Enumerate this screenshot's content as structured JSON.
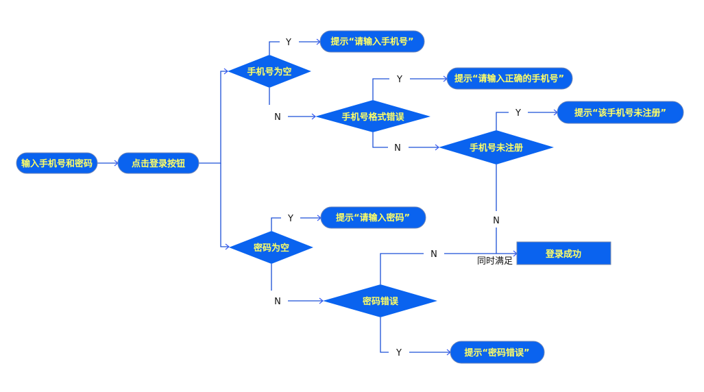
{
  "colors": {
    "node_fill": "#0a63ef",
    "node_text": "#ffff66",
    "edge": "#1a4fd6",
    "label_text": "#111111"
  },
  "nodes": {
    "start": "输入手机号和密码",
    "click_login": "点击登录按钮",
    "phone_empty": "手机号为空",
    "prompt_enter_phone": "提示“请输入手机号”",
    "phone_format_error": "手机号格式错误",
    "prompt_correct_phone": "提示“请输入正确的手机号”",
    "phone_unregistered": "手机号未注册",
    "prompt_unregistered": "提示“该手机号未注册”",
    "password_empty": "密码为空",
    "prompt_enter_password": "提示“请输入密码”",
    "password_error": "密码错误",
    "prompt_password_error": "提示“密码错误”",
    "login_success": "登录成功"
  },
  "edge_labels": {
    "phone_empty_yes": "Y",
    "phone_empty_no": "N",
    "format_yes": "Y",
    "format_no": "N",
    "unregistered_yes": "Y",
    "unregistered_no": "N",
    "pwd_empty_yes": "Y",
    "pwd_empty_no": "N",
    "pwd_error_no": "N",
    "pwd_error_yes": "Y",
    "both_satisfied": "同时满足"
  }
}
